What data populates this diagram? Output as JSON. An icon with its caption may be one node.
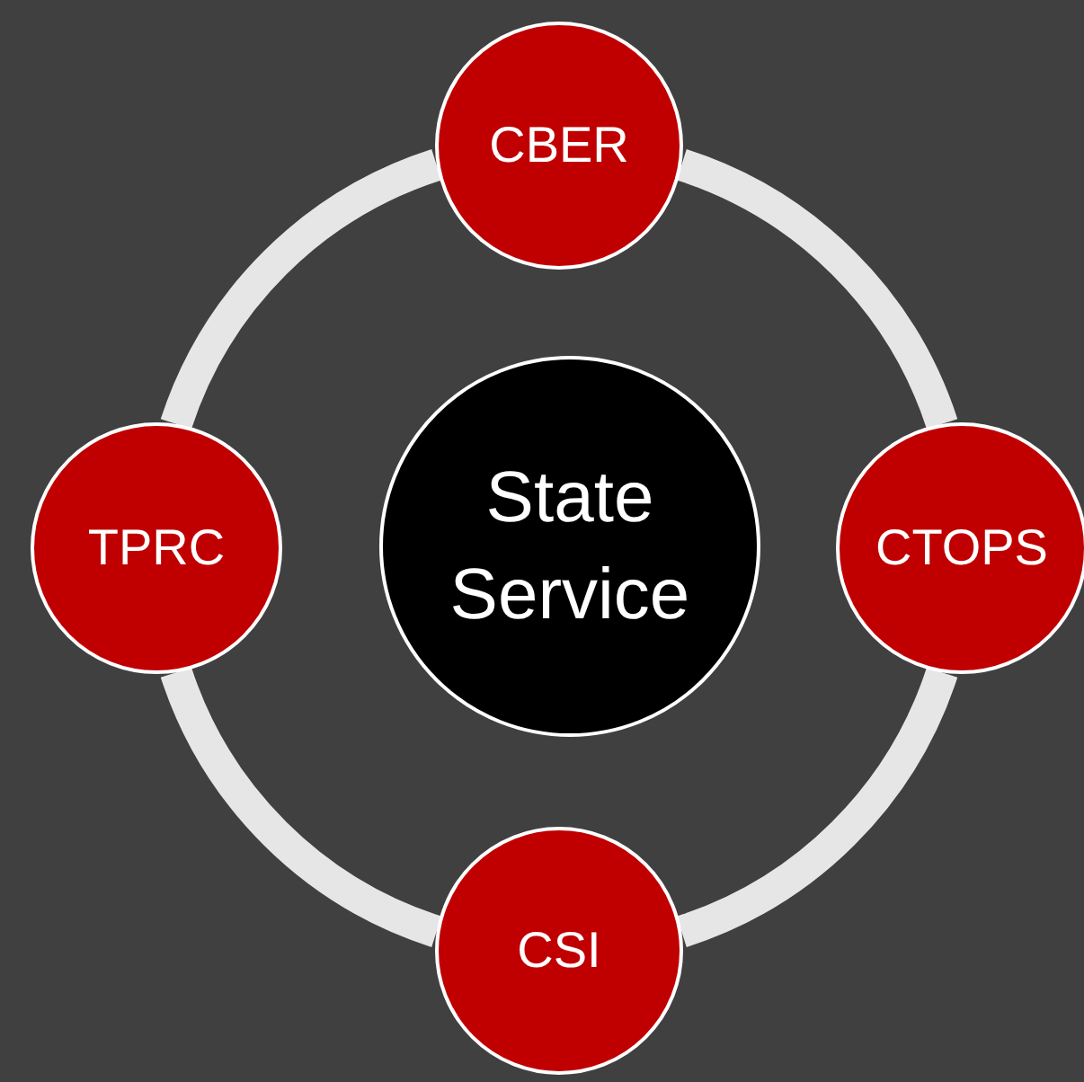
{
  "diagram": {
    "nodes": [
      {
        "text": [
          "CBER"
        ]
      },
      {
        "text": [
          "TPRC"
        ]
      },
      {
        "text": [
          "State Service"
        ]
      },
      {
        "text": [
          "CTOPS"
        ]
      },
      {
        "text": [
          "CSI"
        ]
      }
    ],
    "edges": [
      {
        "from": 0,
        "to": 3,
        "arrow": "none"
      },
      {
        "from": 3,
        "to": 4,
        "arrow": "none"
      },
      {
        "from": 4,
        "to": 1,
        "arrow": "none"
      },
      {
        "from": 1,
        "to": 0,
        "arrow": "none"
      }
    ]
  }
}
